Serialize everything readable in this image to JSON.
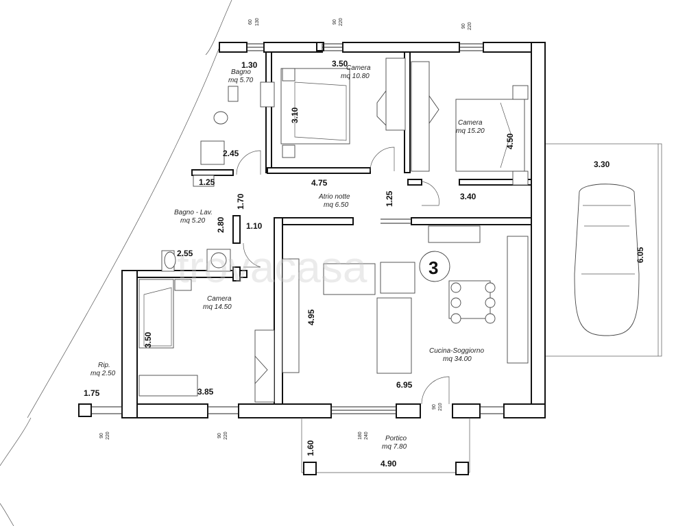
{
  "watermark": "trovacasa",
  "unit_number": "3",
  "rooms": {
    "bagno1": {
      "name": "Bagno",
      "area": "mq 5.70"
    },
    "camera1": {
      "name": "Camera",
      "area": "mq 10.80"
    },
    "camera2": {
      "name": "Camera",
      "area": "mq 15.20"
    },
    "atrio": {
      "name": "Atrio notte",
      "area": "mq 6.50"
    },
    "bagno2": {
      "name": "Bagno - Lav.",
      "area": "mq 5.20"
    },
    "camera3": {
      "name": "Camera",
      "area": "mq 14.50"
    },
    "cucina": {
      "name": "Cucina-Soggiorno",
      "area": "mq 34.00"
    },
    "rip": {
      "name": "Rip.",
      "area": "mq 2.50"
    },
    "portico": {
      "name": "Portico",
      "area": "mq 7.80"
    }
  },
  "dimensions": {
    "d_130": "1.30",
    "d_350a": "3.50",
    "d_310": "3.10",
    "d_450": "4.50",
    "d_245": "2.45",
    "d_125a": "1.25",
    "d_475": "4.75",
    "d_125b": "1.25",
    "d_340": "3.40",
    "d_170": "1.70",
    "d_280": "2.80",
    "d_110": "1.10",
    "d_255": "2.55",
    "d_495": "4.95",
    "d_350b": "3.50",
    "d_385": "3.85",
    "d_175": "1.75",
    "d_695": "6.95",
    "d_160": "1.60",
    "d_490": "4.90",
    "d_330": "3.30",
    "d_605": "6.05"
  },
  "openings": {
    "o1a": "60",
    "o1b": "130",
    "o2a": "90",
    "o2b": "220",
    "o3a": "90",
    "o3b": "220",
    "o4a": "90",
    "o4b": "220",
    "o5a": "90",
    "o5b": "220",
    "o6a": "180",
    "o6b": "240",
    "o7a": "90",
    "o7b": "210"
  }
}
